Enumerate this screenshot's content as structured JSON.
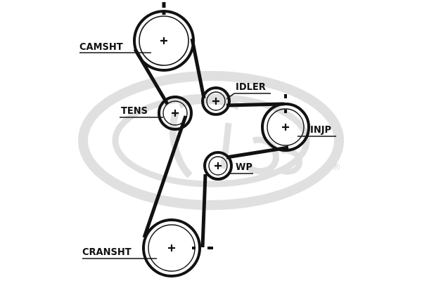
{
  "diagram": {
    "labels": {
      "camshaft": "CAMSHT",
      "idler": "IDLER",
      "tensioner": "TENS",
      "injection_pump": "INJP",
      "water_pump": "WP",
      "crankshaft": "CRANSHT"
    },
    "watermark": {
      "mark": "Gates",
      "registered": "®",
      "color": "#e0e0e0"
    },
    "colors": {
      "ink": "#111111"
    }
  }
}
